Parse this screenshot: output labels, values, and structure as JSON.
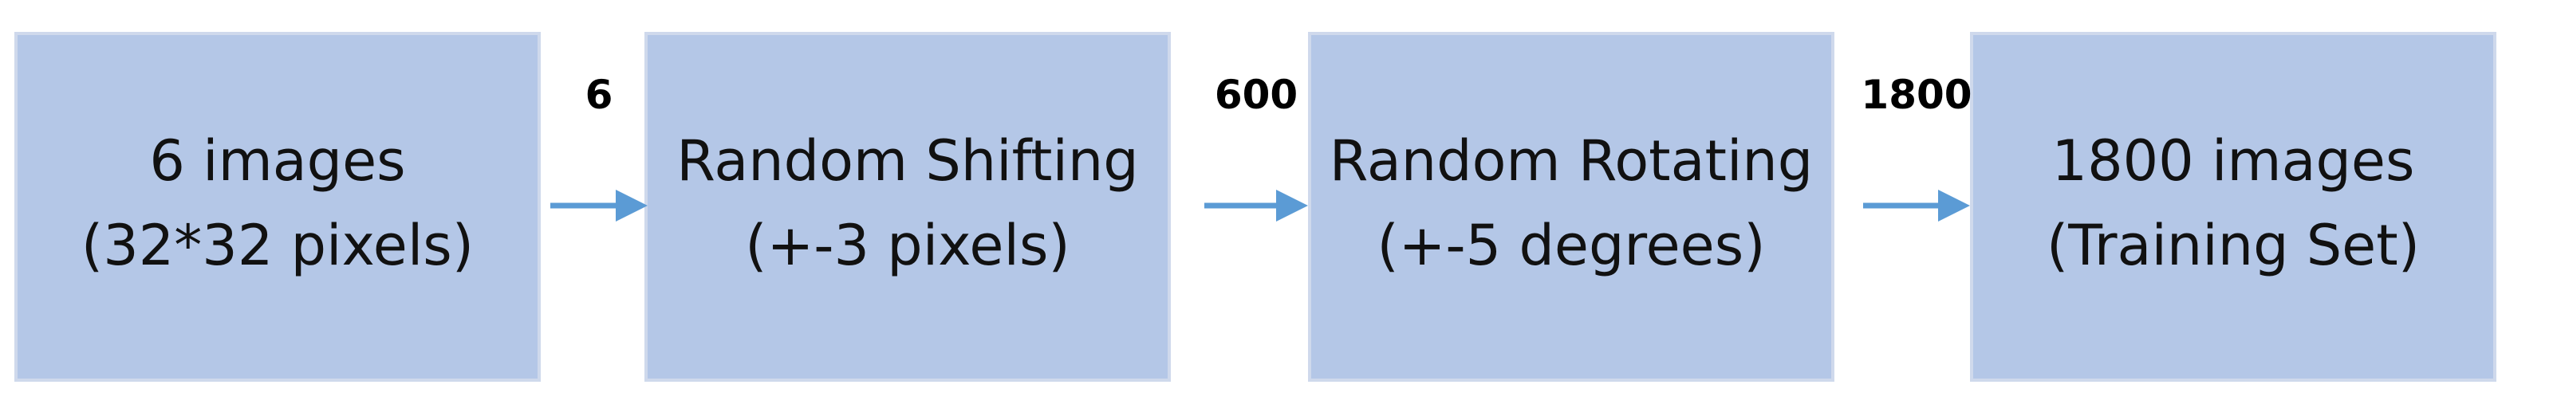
{
  "boxes": [
    {
      "line1": "6 images",
      "line2": "(32*32 pixels)"
    },
    {
      "line1": "Random Shifting",
      "line2": "(+-3 pixels)"
    },
    {
      "line1": "Random Rotating",
      "line2": "(+-5 degrees)"
    },
    {
      "line1": "1800 images",
      "line2": "(Training Set)"
    }
  ],
  "arrows": [
    {
      "count": "6"
    },
    {
      "count": "600"
    },
    {
      "count": "1800"
    }
  ],
  "colors": {
    "box_fill": "#b4c7e7",
    "arrow": "#5b9bd5"
  }
}
